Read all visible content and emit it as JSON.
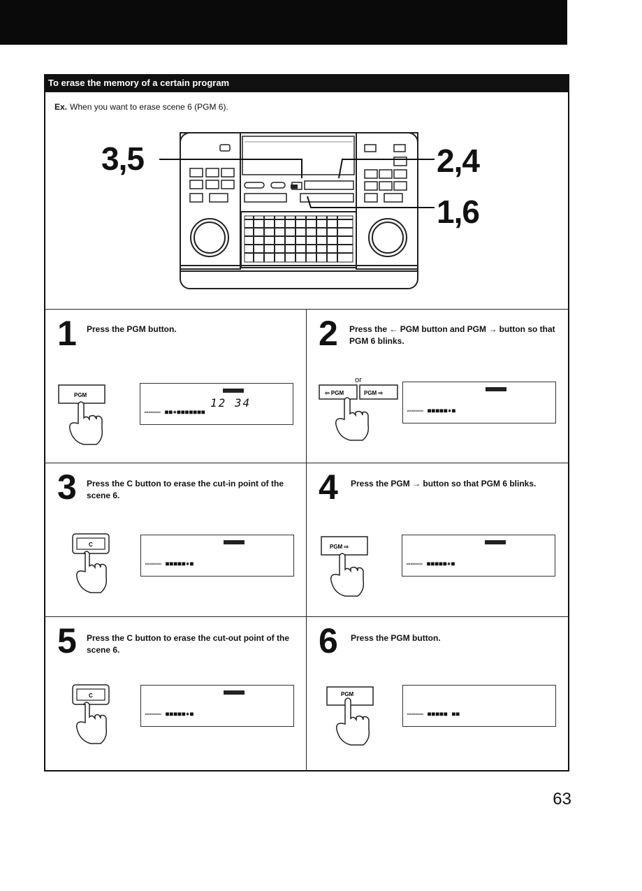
{
  "section_title": "To erase the memory of a certain program",
  "example": {
    "prefix": "Ex.",
    "text": "When you want to erase scene 6 (PGM 6)."
  },
  "callouts": {
    "left": "3,5",
    "right_top": "2,4",
    "right_bottom": "1,6"
  },
  "steps": [
    {
      "num": "1",
      "text": "Press the PGM button.",
      "button": "PGM",
      "lcd_digits": "12 34"
    },
    {
      "num": "2",
      "text": "Press the ← PGM button and PGM → button so that PGM 6 blinks.",
      "or_label": "or",
      "button_left": "⇦ PGM",
      "button_right": "PGM ⇨"
    },
    {
      "num": "3",
      "text": "Press the C button to erase the cut-in point of the scene 6.",
      "button": "C"
    },
    {
      "num": "4",
      "text": "Press the PGM → button so that PGM 6 blinks.",
      "button": "PGM ⇨"
    },
    {
      "num": "5",
      "text": "Press the C button to erase the cut-out point of the scene 6.",
      "button": "C"
    },
    {
      "num": "6",
      "text": "Press the PGM button.",
      "button": "PGM"
    }
  ],
  "page_number": "63"
}
